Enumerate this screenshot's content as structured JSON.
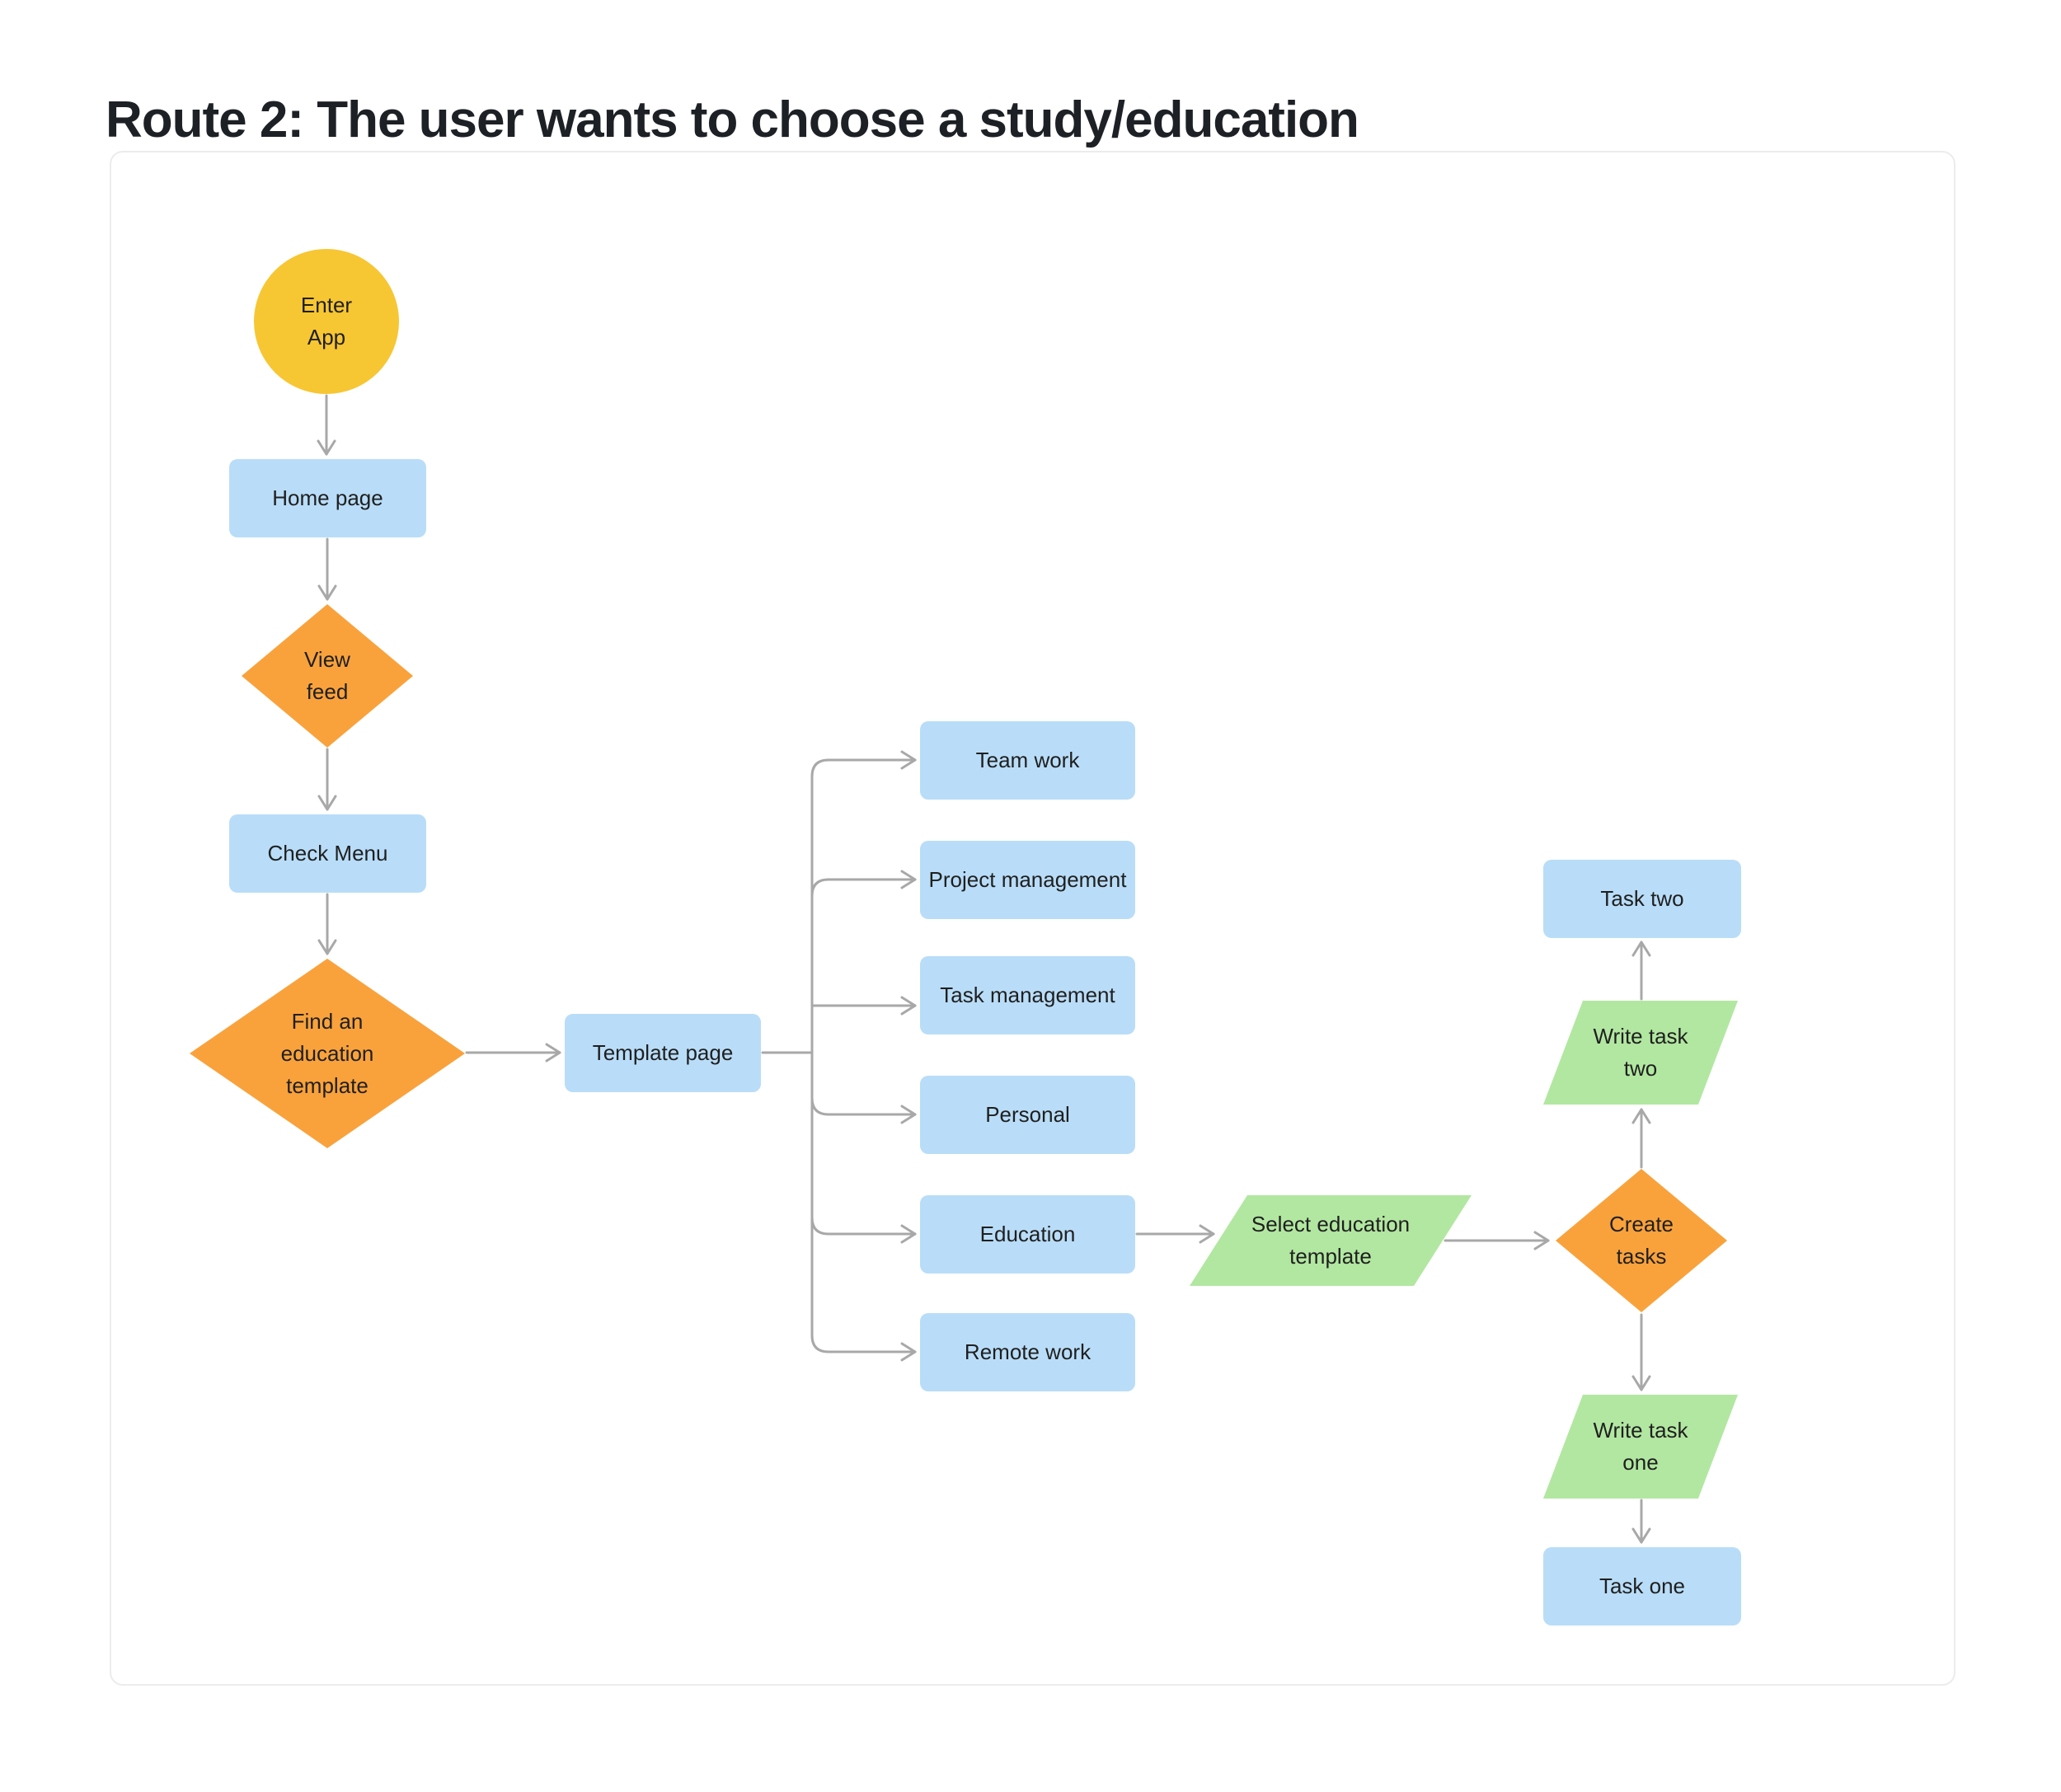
{
  "title": "Route 2: The user wants to choose a study/education",
  "palette": {
    "start_yellow": "#F7C633",
    "decision_orange": "#F9A23C",
    "process_blue": "#B9DDF8",
    "io_green": "#B2E7A1",
    "connector_gray": "#A8A8A8",
    "text_dark": "#1F1F1F",
    "card_border": "#ECECEC",
    "background": "#FFFFFF"
  },
  "flowchart": {
    "nodes": {
      "enter_app": {
        "label": "Enter\nApp",
        "shape": "circle"
      },
      "home_page": {
        "label": "Home page",
        "shape": "rectangle"
      },
      "view_feed": {
        "label": "View\nfeed",
        "shape": "diamond"
      },
      "check_menu": {
        "label": "Check Menu",
        "shape": "rectangle"
      },
      "find_template": {
        "label": "Find an\neducation\ntemplate",
        "shape": "diamond"
      },
      "template_page": {
        "label": "Template page",
        "shape": "rectangle"
      },
      "team_work": {
        "label": "Team work",
        "shape": "rectangle"
      },
      "project_management": {
        "label": "Project management",
        "shape": "rectangle"
      },
      "task_management": {
        "label": "Task management",
        "shape": "rectangle"
      },
      "personal": {
        "label": "Personal",
        "shape": "rectangle"
      },
      "education": {
        "label": "Education",
        "shape": "rectangle"
      },
      "remote_work": {
        "label": "Remote work",
        "shape": "rectangle"
      },
      "select_education_template": {
        "label": "Select education\ntemplate",
        "shape": "parallelogram"
      },
      "create_tasks": {
        "label": "Create\ntasks",
        "shape": "diamond"
      },
      "task_two": {
        "label": "Task two",
        "shape": "rectangle"
      },
      "write_task_two": {
        "label": "Write task\ntwo",
        "shape": "parallelogram"
      },
      "write_task_one": {
        "label": "Write task\none",
        "shape": "parallelogram"
      },
      "task_one": {
        "label": "Task one",
        "shape": "rectangle"
      }
    },
    "edges": [
      {
        "from": "enter_app",
        "to": "home_page"
      },
      {
        "from": "home_page",
        "to": "view_feed"
      },
      {
        "from": "view_feed",
        "to": "check_menu"
      },
      {
        "from": "check_menu",
        "to": "find_template"
      },
      {
        "from": "find_template",
        "to": "template_page"
      },
      {
        "from": "template_page",
        "to": "team_work"
      },
      {
        "from": "template_page",
        "to": "project_management"
      },
      {
        "from": "template_page",
        "to": "task_management"
      },
      {
        "from": "template_page",
        "to": "personal"
      },
      {
        "from": "template_page",
        "to": "education"
      },
      {
        "from": "template_page",
        "to": "remote_work"
      },
      {
        "from": "education",
        "to": "select_education_template"
      },
      {
        "from": "select_education_template",
        "to": "create_tasks"
      },
      {
        "from": "create_tasks",
        "to": "write_task_two"
      },
      {
        "from": "write_task_two",
        "to": "task_two"
      },
      {
        "from": "create_tasks",
        "to": "write_task_one"
      },
      {
        "from": "write_task_one",
        "to": "task_one"
      }
    ]
  }
}
